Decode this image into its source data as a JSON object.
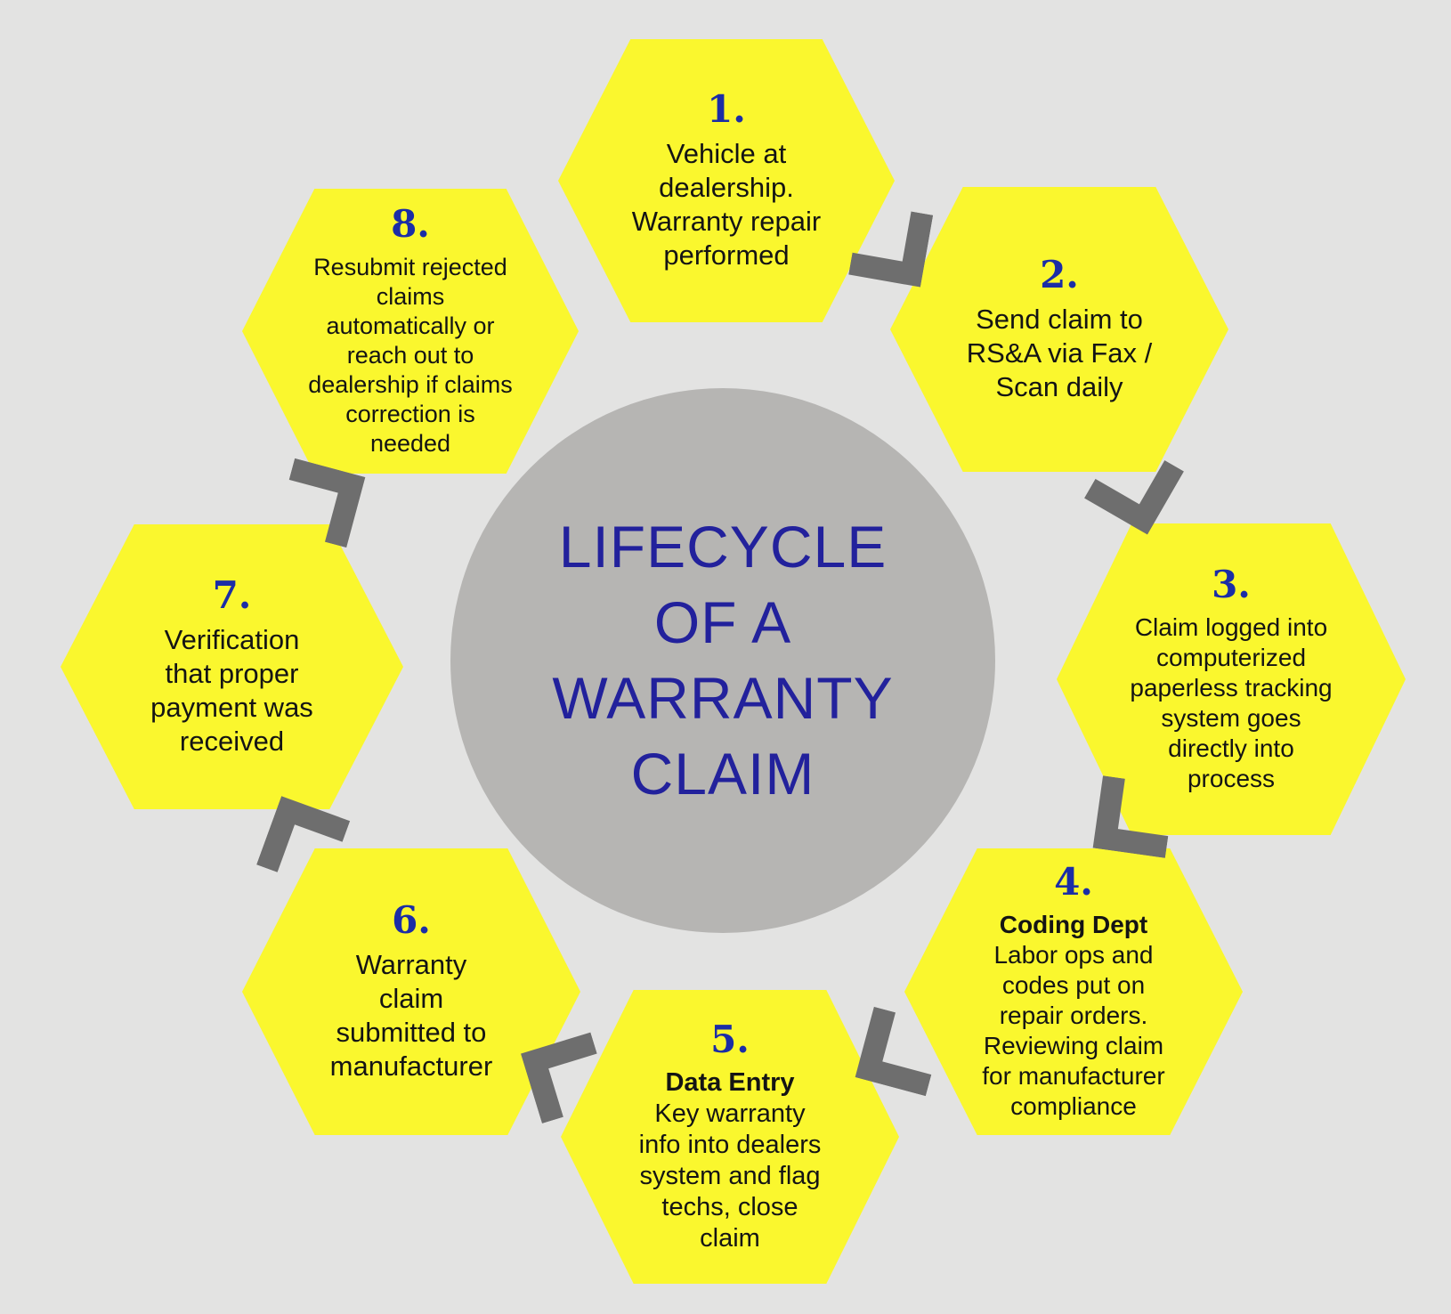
{
  "title": {
    "text": "LIFECYCLE\nOF A\nWARRANTY\nCLAIM"
  },
  "steps": [
    {
      "number": "1.",
      "text": "Vehicle at\ndealership.\nWarranty repair\nperformed"
    },
    {
      "number": "2.",
      "text": "Send claim to\nRS&A via Fax /\nScan daily"
    },
    {
      "number": "3.",
      "text": "Claim logged into\ncomputerized\npaperless tracking\nsystem goes\ndirectly into\nprocess"
    },
    {
      "number": "4.",
      "lead": "Coding Dept",
      "text": "Labor ops and\ncodes put on\nrepair orders.\nReviewing claim\nfor manufacturer\ncompliance"
    },
    {
      "number": "5.",
      "lead": "Data Entry",
      "text": "Key warranty\ninfo into dealers\nsystem and flag\ntechs, close\nclaim"
    },
    {
      "number": "6.",
      "text": "Warranty\nclaim\nsubmitted to\nmanufacturer"
    },
    {
      "number": "7.",
      "text": "Verification\nthat proper\npayment was\nreceived"
    },
    {
      "number": "8.",
      "text": "Resubmit rejected\nclaims\nautomatically or\nreach out to\ndealership if claims\ncorrection is\nneeded"
    }
  ],
  "colors": {
    "background": "#e3e3e2",
    "hexagon_fill": "#faf72e",
    "center_circle_fill": "#b6b5b3",
    "title_text": "#22219c",
    "step_number_text": "#1b2da6",
    "body_text": "#141414",
    "arrow": "#6e6e6e"
  }
}
